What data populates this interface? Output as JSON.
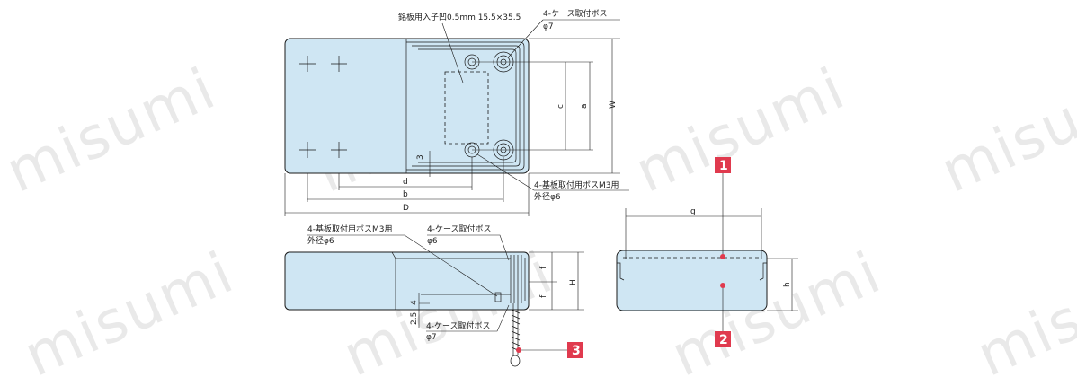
{
  "watermark": "misumi",
  "top_view": {
    "label_nameplate": "銘板用入子凹0.5mm 15.5×35.5",
    "label_case_boss_top": "4-ケース取付ボス",
    "label_case_boss_top_dia": "φ7",
    "label_board_boss": "4-基板取付用ボスM3用",
    "label_board_boss_dia": "外径φ6",
    "dim_W": "W",
    "dim_a": "a",
    "dim_c": "c",
    "dim_3": "3",
    "dim_d": "d",
    "dim_b": "b",
    "dim_D": "D"
  },
  "side_view": {
    "label_board_boss": "4-基板取付用ボスM3用",
    "label_board_boss_dia": "外径φ6",
    "label_case_boss": "4-ケース取付ボス",
    "label_case_boss_dia": "φ6",
    "label_case_boss_bottom": "4-ケース取付ボス",
    "label_case_boss_bottom_dia": "φ7",
    "dim_f1": "f",
    "dim_f2": "f",
    "dim_H": "H",
    "dim_4": "4",
    "dim_25": "2.5"
  },
  "end_view": {
    "dim_g": "g",
    "dim_h": "h"
  },
  "callouts": [
    "1",
    "2",
    "3"
  ],
  "colors": {
    "body": "#cfe6f3",
    "callout": "#e03a4e",
    "line": "#1a1a1a"
  }
}
